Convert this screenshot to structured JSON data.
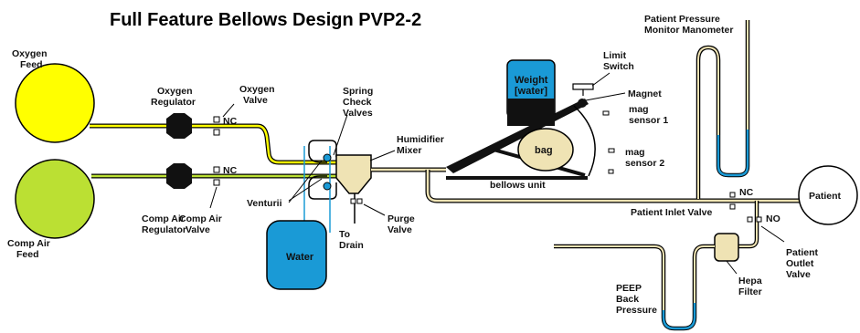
{
  "title": "Full Feature Bellows Design  PVP2-2",
  "labels": {
    "oxygen_feed": [
      "Oxygen",
      "Feed"
    ],
    "comp_air_feed": [
      "Comp Air",
      "Feed"
    ],
    "oxygen_regulator": [
      "Oxygen",
      "Regulator"
    ],
    "comp_air_regulator": [
      "Comp Air",
      "Regulator"
    ],
    "oxygen_valve": [
      "Oxygen",
      "Valve"
    ],
    "comp_air_valve": [
      "Comp Air",
      "Valve"
    ],
    "nc_oxygen": "NC",
    "nc_air": "NC",
    "spring_check_valves": [
      "Spring",
      "Check",
      "Valves"
    ],
    "venturii": "Venturii",
    "humidifier_mixer": [
      "Humidifier",
      "Mixer"
    ],
    "to_drain": [
      "To",
      "Drain"
    ],
    "purge_valve": [
      "Purge",
      "Valve"
    ],
    "water": "Water",
    "weight": [
      "Weight",
      "[water]"
    ],
    "limit_switch": [
      "Limit",
      "Switch"
    ],
    "magnet": "Magnet",
    "mag_sensor_1": [
      "mag",
      "sensor 1"
    ],
    "mag_sensor_2": [
      "mag",
      "sensor 2"
    ],
    "bag": "bag",
    "bellows_unit": "bellows unit",
    "patient_pressure": [
      "Patient Pressure",
      "Monitor Manometer"
    ],
    "patient": "Patient",
    "patient_inlet_valve": "Patient Inlet Valve",
    "nc_patient": "NC",
    "no_patient": "NO",
    "patient_outlet_valve": [
      "Patient",
      "Outlet",
      "Valve"
    ],
    "hepa_filter": [
      "Hepa",
      "Filter"
    ],
    "peep": [
      "PEEP",
      "Back",
      "Pressure"
    ]
  },
  "colors": {
    "oxygen": "#ffff00",
    "comp_air": "#bbe033",
    "water": "#1a9ad6",
    "tan": "#efe3b4",
    "black": "#000000",
    "white": "#ffffff"
  }
}
